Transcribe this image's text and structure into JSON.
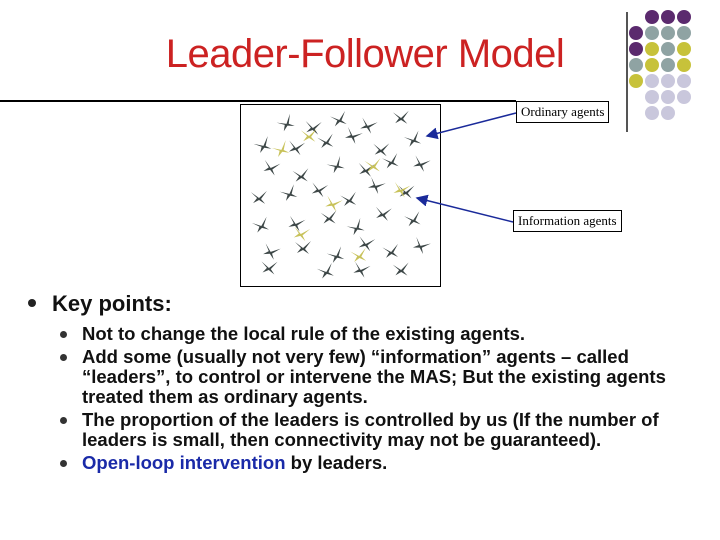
{
  "slide": {
    "title": "Leader-Follower Model"
  },
  "figure": {
    "callouts": {
      "ordinary": "Ordinary agents",
      "information": "Information agents"
    },
    "bird_icon": "bird-flock-icon"
  },
  "key_points": {
    "heading": "Key points:",
    "items": [
      {
        "text": "Not to change the local rule of the existing agents."
      },
      {
        "text": "Add some (usually not very few) “information” agents – called “leaders”, to  control or intervene the MAS; But the existing agents treated them as ordinary agents."
      },
      {
        "text": "The proportion of the leaders is controlled by us (If the number of leaders is small,  then connectivity may not be guaranteed)."
      },
      {
        "prefix": "Open-loop intervention",
        "suffix": " by leaders."
      }
    ]
  },
  "colors": {
    "title": "#cc2222",
    "highlight": "#1a2aa8",
    "dot_purple": "#5b2a6e",
    "dot_teal": "#8fa3a3",
    "dot_olive": "#c7c23a",
    "dot_lavender": "#c9c7dc"
  }
}
